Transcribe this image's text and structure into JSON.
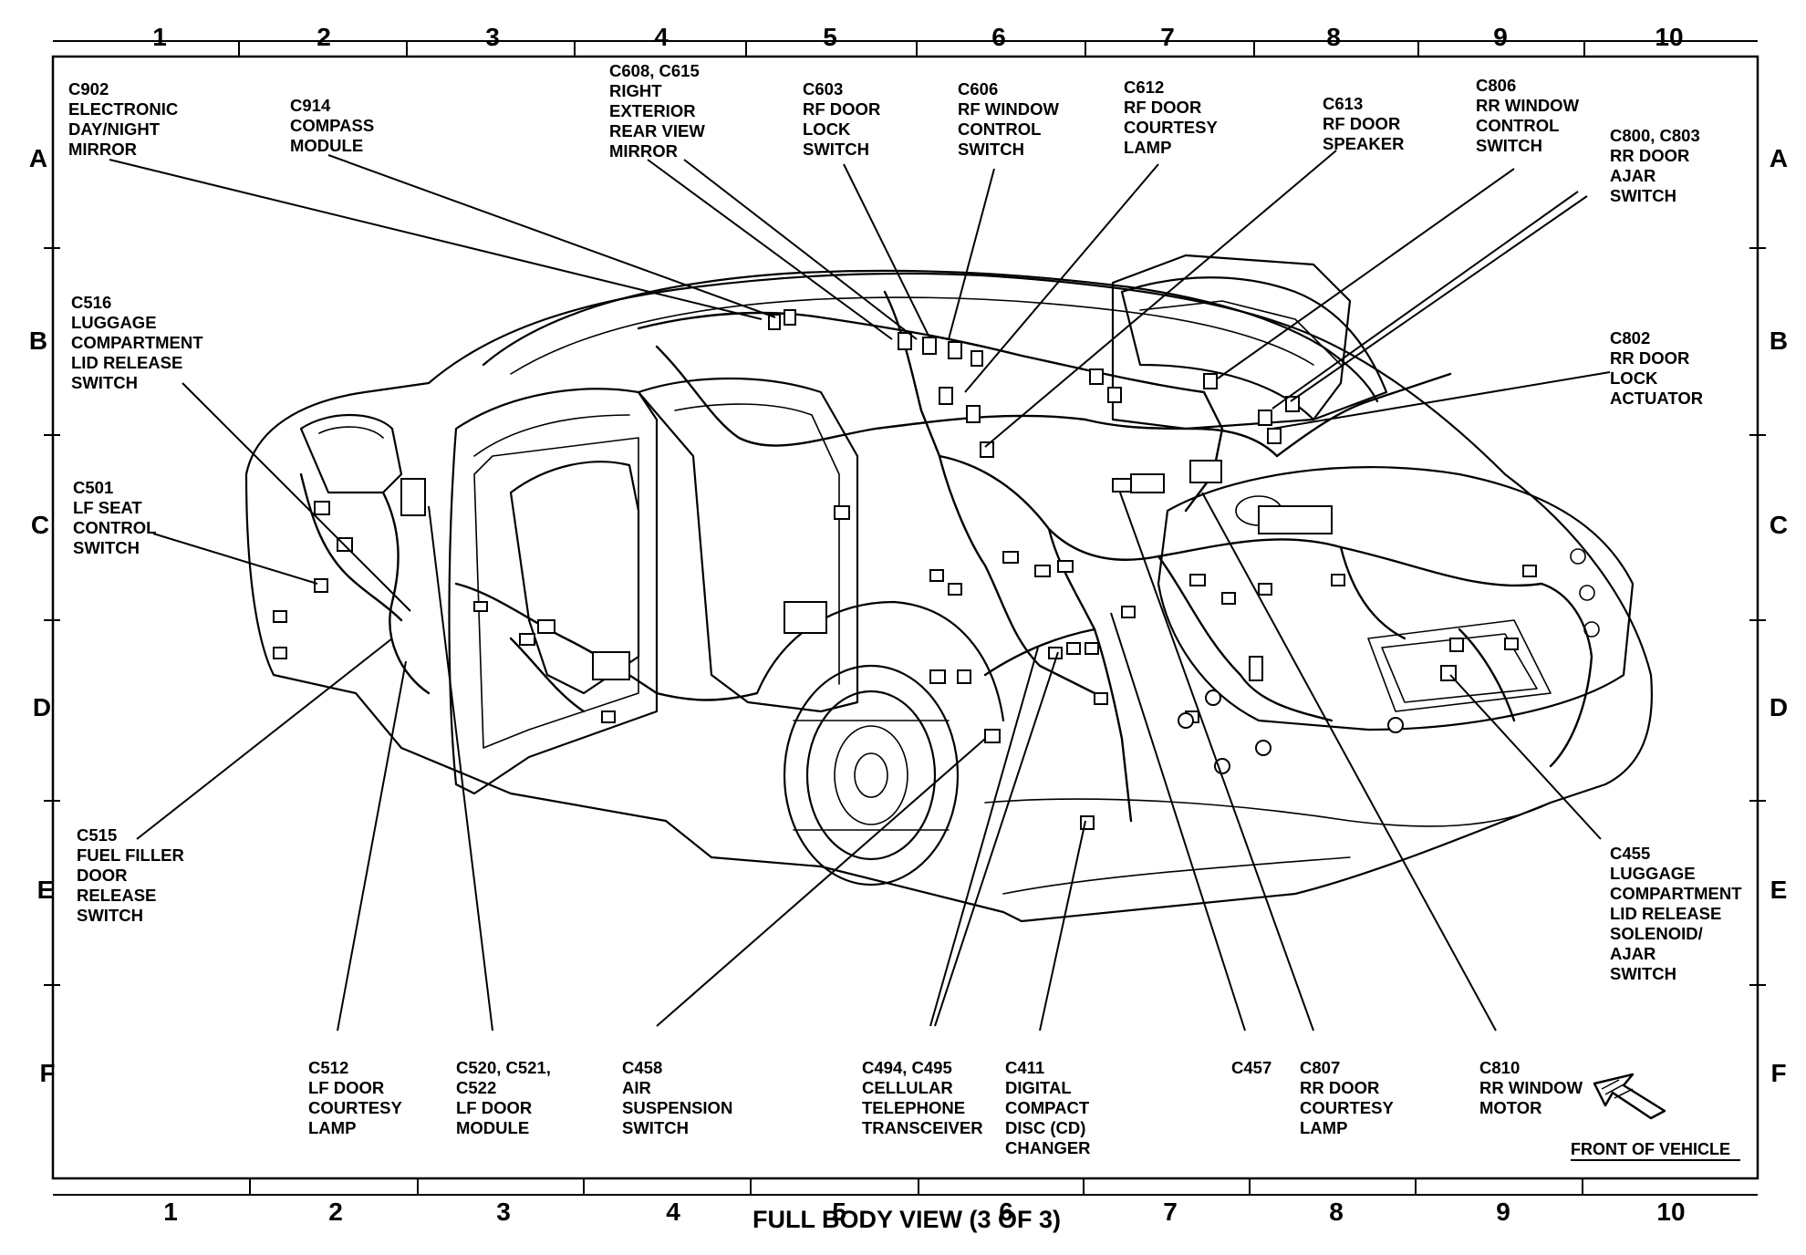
{
  "grid": {
    "columns": [
      "1",
      "2",
      "3",
      "4",
      "5",
      "6",
      "7",
      "8",
      "9",
      "10"
    ],
    "rows": [
      "A",
      "B",
      "C",
      "D",
      "E",
      "F"
    ]
  },
  "callouts": [
    {
      "id": "c902",
      "lines": [
        "C902",
        "ELECTRONIC",
        "DAY/NIGHT",
        "MIRROR"
      ]
    },
    {
      "id": "c914",
      "lines": [
        "C914",
        "COMPASS",
        "MODULE"
      ]
    },
    {
      "id": "c608",
      "lines": [
        "C608, C615",
        "RIGHT",
        "EXTERIOR",
        "REAR VIEW",
        "MIRROR"
      ]
    },
    {
      "id": "c603",
      "lines": [
        "C603",
        "RF DOOR",
        "LOCK",
        "SWITCH"
      ]
    },
    {
      "id": "c606",
      "lines": [
        "C606",
        "RF WINDOW",
        "CONTROL",
        "SWITCH"
      ]
    },
    {
      "id": "c612",
      "lines": [
        "C612",
        "RF DOOR",
        "COURTESY",
        "LAMP"
      ]
    },
    {
      "id": "c613",
      "lines": [
        "C613",
        "RF DOOR",
        "SPEAKER"
      ]
    },
    {
      "id": "c806",
      "lines": [
        "C806",
        "RR WINDOW",
        "CONTROL",
        "SWITCH"
      ]
    },
    {
      "id": "c800",
      "lines": [
        "C800, C803",
        "RR DOOR",
        "AJAR",
        "SWITCH"
      ]
    },
    {
      "id": "c516",
      "lines": [
        "C516",
        "LUGGAGE",
        "COMPARTMENT",
        "LID RELEASE",
        "SWITCH"
      ]
    },
    {
      "id": "c802",
      "lines": [
        "C802",
        "RR DOOR",
        "LOCK",
        "ACTUATOR"
      ]
    },
    {
      "id": "c501",
      "lines": [
        "C501",
        "LF SEAT",
        "CONTROL",
        "SWITCH"
      ]
    },
    {
      "id": "c515",
      "lines": [
        "C515",
        "FUEL FILLER",
        "DOOR",
        "RELEASE",
        "SWITCH"
      ]
    },
    {
      "id": "c455",
      "lines": [
        "C455",
        "LUGGAGE",
        "COMPARTMENT",
        "LID RELEASE",
        "SOLENOID/",
        "AJAR",
        "SWITCH"
      ]
    },
    {
      "id": "c512",
      "lines": [
        "C512",
        "LF DOOR",
        "COURTESY",
        "LAMP"
      ]
    },
    {
      "id": "c520",
      "lines": [
        "C520, C521,",
        "C522",
        "LF DOOR",
        "MODULE"
      ]
    },
    {
      "id": "c458",
      "lines": [
        "C458",
        "AIR",
        "SUSPENSION",
        "SWITCH"
      ]
    },
    {
      "id": "c494",
      "lines": [
        "C494, C495",
        "CELLULAR",
        "TELEPHONE",
        "TRANSCEIVER"
      ]
    },
    {
      "id": "c411",
      "lines": [
        "C411",
        "DIGITAL",
        "COMPACT",
        "DISC (CD)",
        "CHANGER"
      ]
    },
    {
      "id": "c457",
      "lines": [
        "C457"
      ]
    },
    {
      "id": "c807",
      "lines": [
        "C807",
        "RR DOOR",
        "COURTESY",
        "LAMP"
      ]
    },
    {
      "id": "c810",
      "lines": [
        "C810",
        "RR WINDOW",
        "MOTOR"
      ]
    }
  ],
  "front_of_vehicle": "FRONT OF VEHICLE",
  "title": "FULL BODY VIEW (3 OF 3)"
}
